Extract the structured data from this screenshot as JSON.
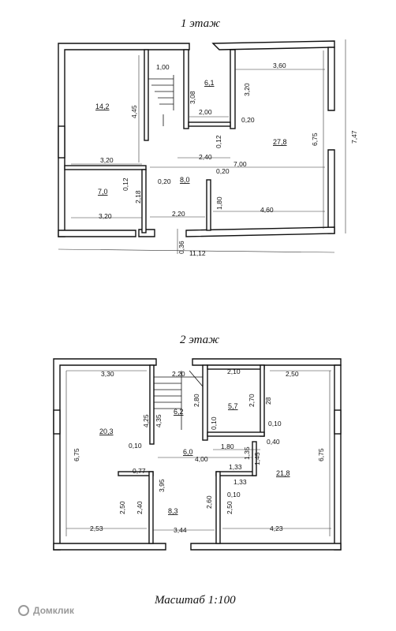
{
  "floor1": {
    "title": "1 этаж",
    "rooms": {
      "r14": "14,2",
      "r61": "6,1",
      "r278": "27,8",
      "r70": "7,0",
      "r80": "8,0"
    },
    "dims": {
      "d100": "1,00",
      "d308": "3,08",
      "d320a": "3,20",
      "d360": "3,60",
      "d445": "4,45",
      "d200": "2,00",
      "d020a": "0,20",
      "d012a": "0,12",
      "d240": "2,40",
      "d675": "6,75",
      "d747": "7,47",
      "d320b": "3,20",
      "d700": "7,00",
      "d020b": "0,20",
      "d012b": "0,12",
      "d020c": "0,20",
      "d218": "2,18",
      "d180": "1,80",
      "d320c": "3,20",
      "d220": "2,20",
      "d460": "4,60",
      "d036": "0,36",
      "d1112": "11,12"
    }
  },
  "floor2": {
    "title": "2 этаж",
    "rooms": {
      "r203": "20,3",
      "r62": "6,2",
      "r57": "5,7",
      "r60": "6,0",
      "r218": "21,8",
      "r83": "8,3"
    },
    "dims": {
      "d330": "3,30",
      "d220t": "2,20",
      "d210": "2,10",
      "d250t": "2,50",
      "d675l": "6,75",
      "d425": "4,25",
      "d435": "4,35",
      "d280a": "2,80",
      "d270": "2,70",
      "d28": "28",
      "d010a": "0,10",
      "d010b": "0,10",
      "d010c": "0,10",
      "d040": "0,40",
      "d180": "1,80",
      "d400": "4,00",
      "d135": "1,35",
      "d145": "1,45",
      "d077": "0,77",
      "d133a": "1,33",
      "d133b": "1,33",
      "d395": "3,95",
      "d250a": "2,50",
      "d240": "2,40",
      "d260": "2,60",
      "d010d": "0,10",
      "d250b": "2,50",
      "d675r": "6,75",
      "d253": "2,53",
      "d344": "3,44",
      "d423": "4,23"
    }
  },
  "scale": "Масштаб 1:100",
  "watermark": "Домклик"
}
